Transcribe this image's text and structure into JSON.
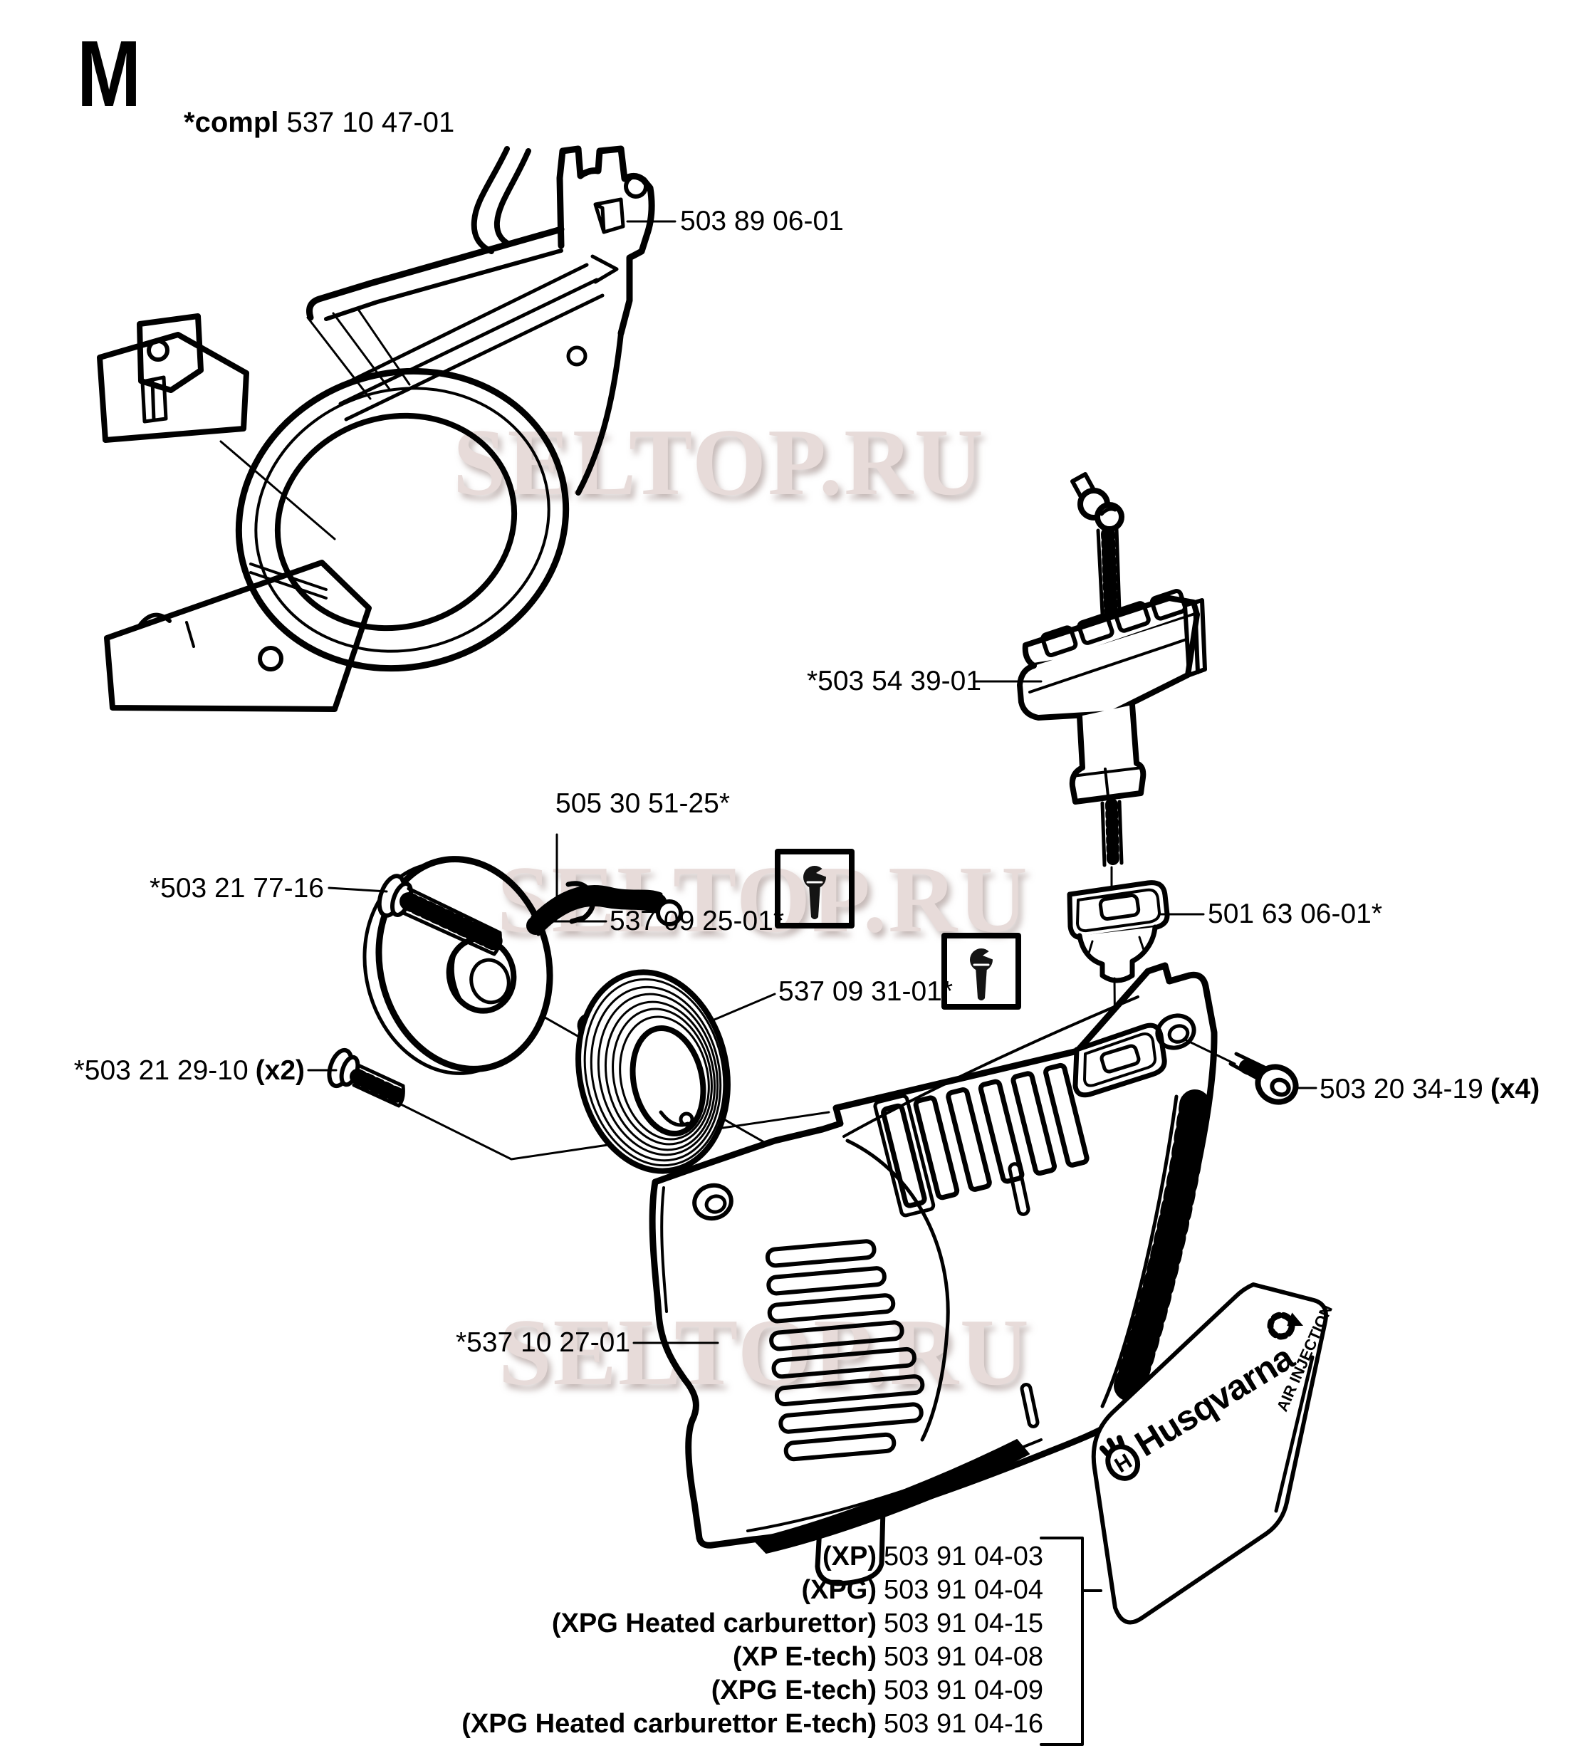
{
  "header": {
    "section": "M",
    "compl_bold": "*compl",
    "compl_num": " 537 10 47-01"
  },
  "watermark": {
    "text": "SELTOP.RU"
  },
  "labels": {
    "crankcase": "503 89 06-01",
    "handle": "*503 54 39-01",
    "starter_rope": "505 30 51-25*",
    "screw_pulley": "*503 21 77-16",
    "pulley": "537 09 25-01*",
    "recoil_spring": "537 09 31-01*",
    "rope_guide": "501 63 06-01*",
    "screw_spring": "*503 21 29-10",
    "screw_spring_qty": "(x2)",
    "screw_cover": "503 20 34-19",
    "screw_cover_qty": "(x4)",
    "starter_cover": "*537 10 27-01"
  },
  "decal": {
    "brand": "Husqvarna",
    "logo_letter": "H",
    "feature": "AIR INJECTION"
  },
  "icons": {
    "service_tool": "wrench-icon",
    "air_injection": "circular-arrow-icon"
  },
  "variants_table": {
    "rows": [
      {
        "variant": "(XP)",
        "part": "503 91 04-03"
      },
      {
        "variant": "(XPG)",
        "part": "503 91 04-04"
      },
      {
        "variant": "(XPG Heated carburettor)",
        "part": "503 91 04-15"
      },
      {
        "variant": "(XP E-tech)",
        "part": "503 91 04-08"
      },
      {
        "variant": "(XPG E-tech)",
        "part": "503 91 04-09"
      },
      {
        "variant": "(XPG Heated carburettor E-tech)",
        "part": "503 91 04-16"
      }
    ]
  }
}
